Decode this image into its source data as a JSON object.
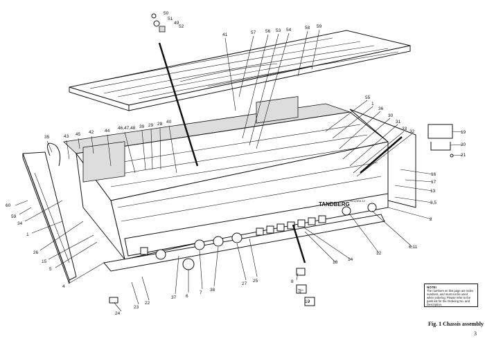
{
  "figure": {
    "caption": "Fig. 1   Chassis assembly",
    "page_number": "3",
    "note_title": "NOTE!",
    "note_text": "The numbers on this page are index numbers, and must not be used when ordering. Please refer to the parts list for the Ordering No. and Description.",
    "brand": "TANDBERG",
    "model": "HULDRA 12"
  },
  "callouts": [
    "50",
    "51",
    "49",
    "52",
    "41",
    "57",
    "56",
    "53",
    "54",
    "58",
    "59",
    "55",
    "1",
    "36",
    "30",
    "31",
    "33",
    "32",
    "19",
    "20",
    "21",
    "16",
    "17",
    "13",
    "3,5",
    "2",
    "6,11",
    "12",
    "14",
    "18",
    "35",
    "43",
    "45",
    "42",
    "44",
    "46,47,48",
    "39",
    "29",
    "28",
    "40",
    "60",
    "59",
    "34",
    "1",
    "26",
    "15",
    "5",
    "4",
    "23",
    "22",
    "24",
    "37",
    "6",
    "7",
    "38",
    "27",
    "25",
    "8",
    "9",
    "10"
  ]
}
